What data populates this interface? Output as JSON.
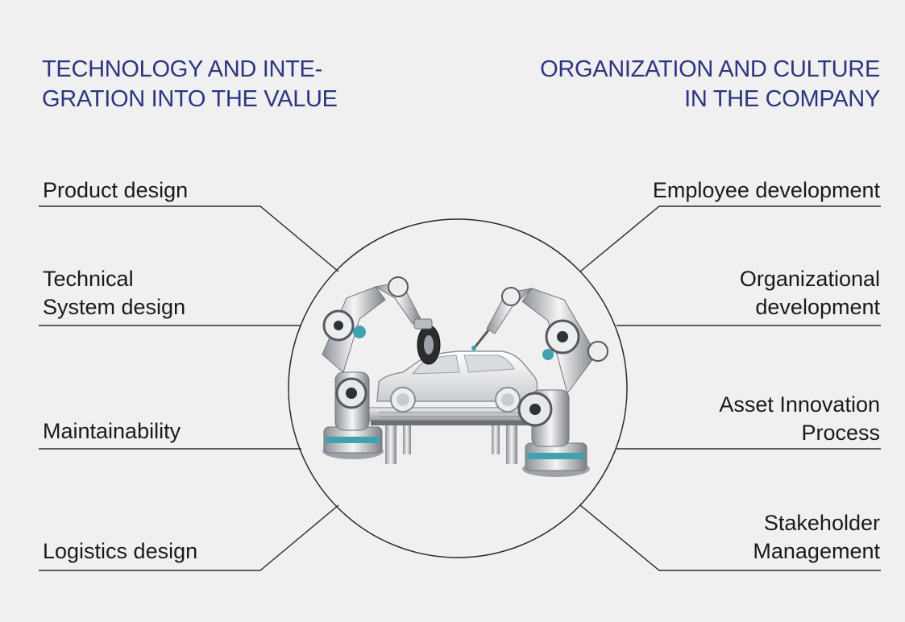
{
  "headings": {
    "left": {
      "line1": "TECHNOLOGY AND INTE-",
      "line2": "GRATION INTO THE VALUE"
    },
    "right": {
      "line1": "ORGANIZATION AND CULTURE",
      "line2": "IN THE COMPANY"
    }
  },
  "left_items": [
    {
      "line1": "Product design",
      "line2": ""
    },
    {
      "line1": "Technical",
      "line2": "System design"
    },
    {
      "line1": "Maintainability",
      "line2": ""
    },
    {
      "line1": "Logistics design",
      "line2": ""
    }
  ],
  "right_items": [
    {
      "line1": "Employee development",
      "line2": ""
    },
    {
      "line1": "Organizational",
      "line2": "development"
    },
    {
      "line1": "Asset Innovation",
      "line2": "Process"
    },
    {
      "line1": "Stakeholder",
      "line2": "Management"
    }
  ],
  "colors": {
    "background": "#f0f0f0",
    "heading": "#2c3580",
    "text": "#1a1a1a",
    "lines": "#2a2a2a"
  },
  "center_image": "industrial-robot-arms-assembling-car-illustration"
}
